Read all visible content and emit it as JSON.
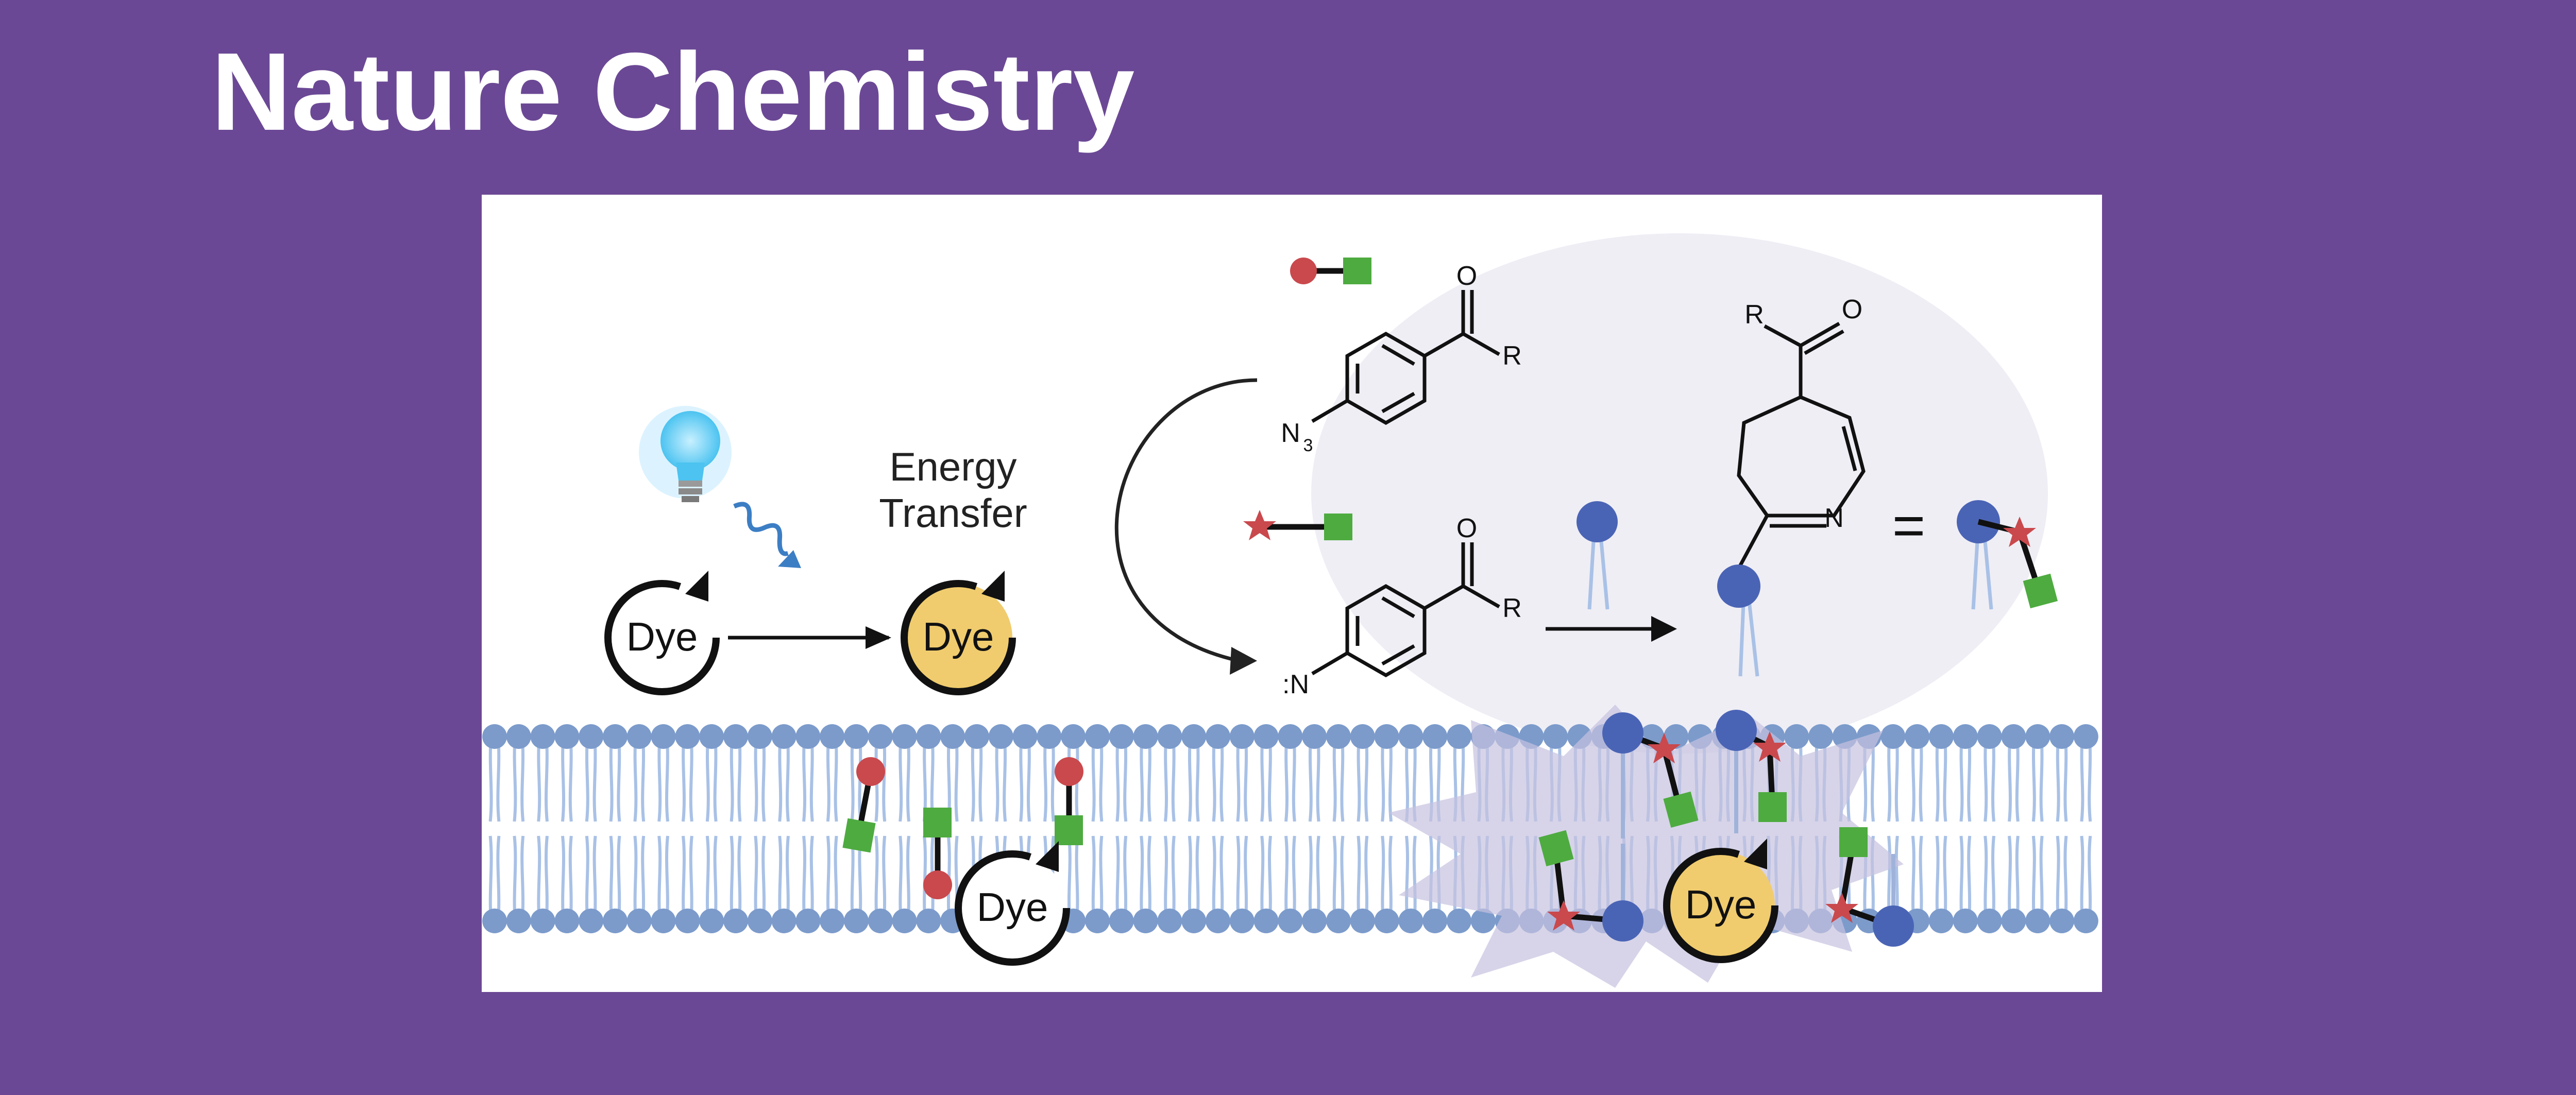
{
  "header": {
    "title": "Nature Chemistry"
  },
  "diagram": {
    "dye_label": "Dye",
    "energy_transfer_line1": "Energy",
    "energy_transfer_line2": "Transfer",
    "oxygen": "O",
    "r_group": "R",
    "azide": "N",
    "azide_subscript": "3",
    "nitrene": ":N",
    "ring_nitrogen": "N",
    "equals": "="
  },
  "colors": {
    "background": "#6b4895",
    "panel": "#ffffff",
    "bubble": "#efeef5",
    "lipid_head": "#7c9bcb",
    "lipid_tail": "#a9c1e6",
    "excited_dye": "#f0cc6e",
    "red_probe": "#c9494d",
    "green_probe": "#4eab40",
    "dark_blue_lipid": "#4a64b5",
    "light_bulb": "#4cc3f0",
    "photon": "#3c7ec4"
  }
}
